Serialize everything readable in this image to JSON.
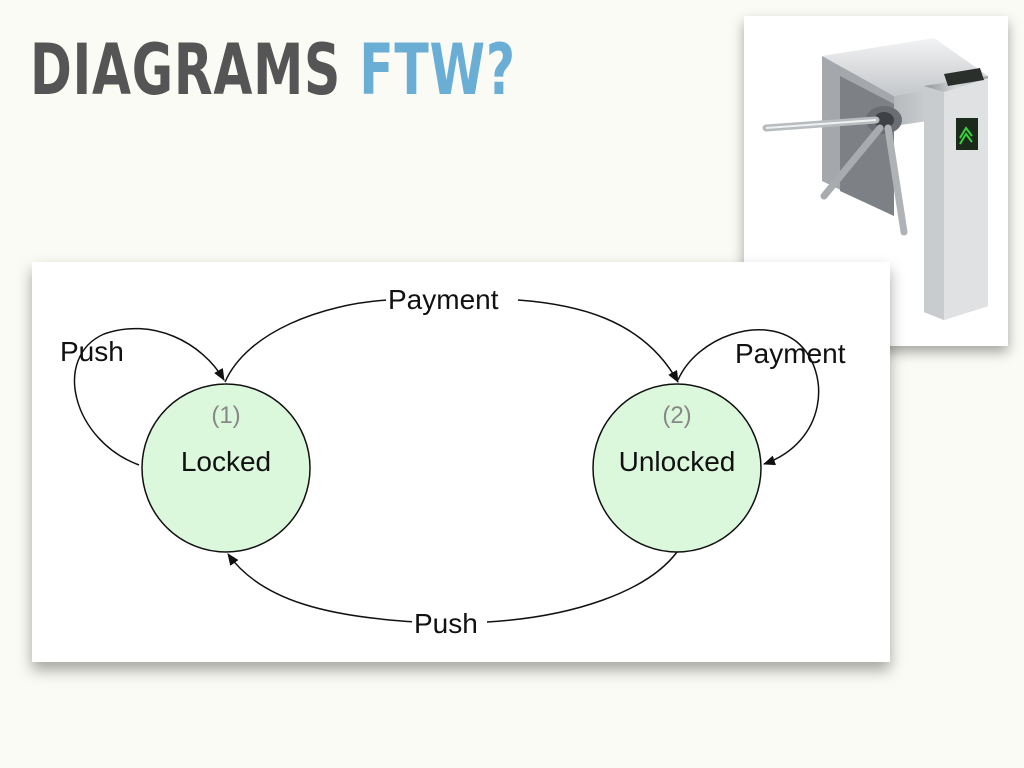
{
  "title": {
    "main": "DIAGRAMS",
    "accent": "FTW?"
  },
  "colors": {
    "background": "#fbfbf5",
    "title_main": "#555555",
    "title_accent": "#6aaed6",
    "state_fill": "#d9f7d9",
    "state_number": "#888888"
  },
  "photo": {
    "icon": "turnstile-icon"
  },
  "diagram": {
    "states": [
      {
        "id": "1",
        "number": "(1)",
        "name": "Locked"
      },
      {
        "id": "2",
        "number": "(2)",
        "name": "Unlocked"
      }
    ],
    "transitions": [
      {
        "from": "1",
        "to": "1",
        "label": "Push"
      },
      {
        "from": "1",
        "to": "2",
        "label": "Payment"
      },
      {
        "from": "2",
        "to": "2",
        "label": "Payment"
      },
      {
        "from": "2",
        "to": "1",
        "label": "Push"
      }
    ]
  }
}
